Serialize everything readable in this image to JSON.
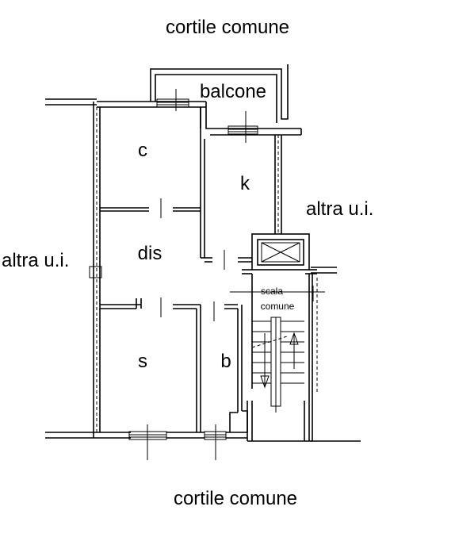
{
  "labels": {
    "top_courtyard": "cortile comune",
    "bottom_courtyard": "cortile comune",
    "left_unit": "altra u.i.",
    "right_unit": "altra u.i.",
    "balcony": "balcone",
    "room_c": "c",
    "room_k": "k",
    "room_dis": "dis",
    "room_s": "s",
    "room_b": "b",
    "stair_line1": "scala",
    "stair_line2": "comune"
  }
}
